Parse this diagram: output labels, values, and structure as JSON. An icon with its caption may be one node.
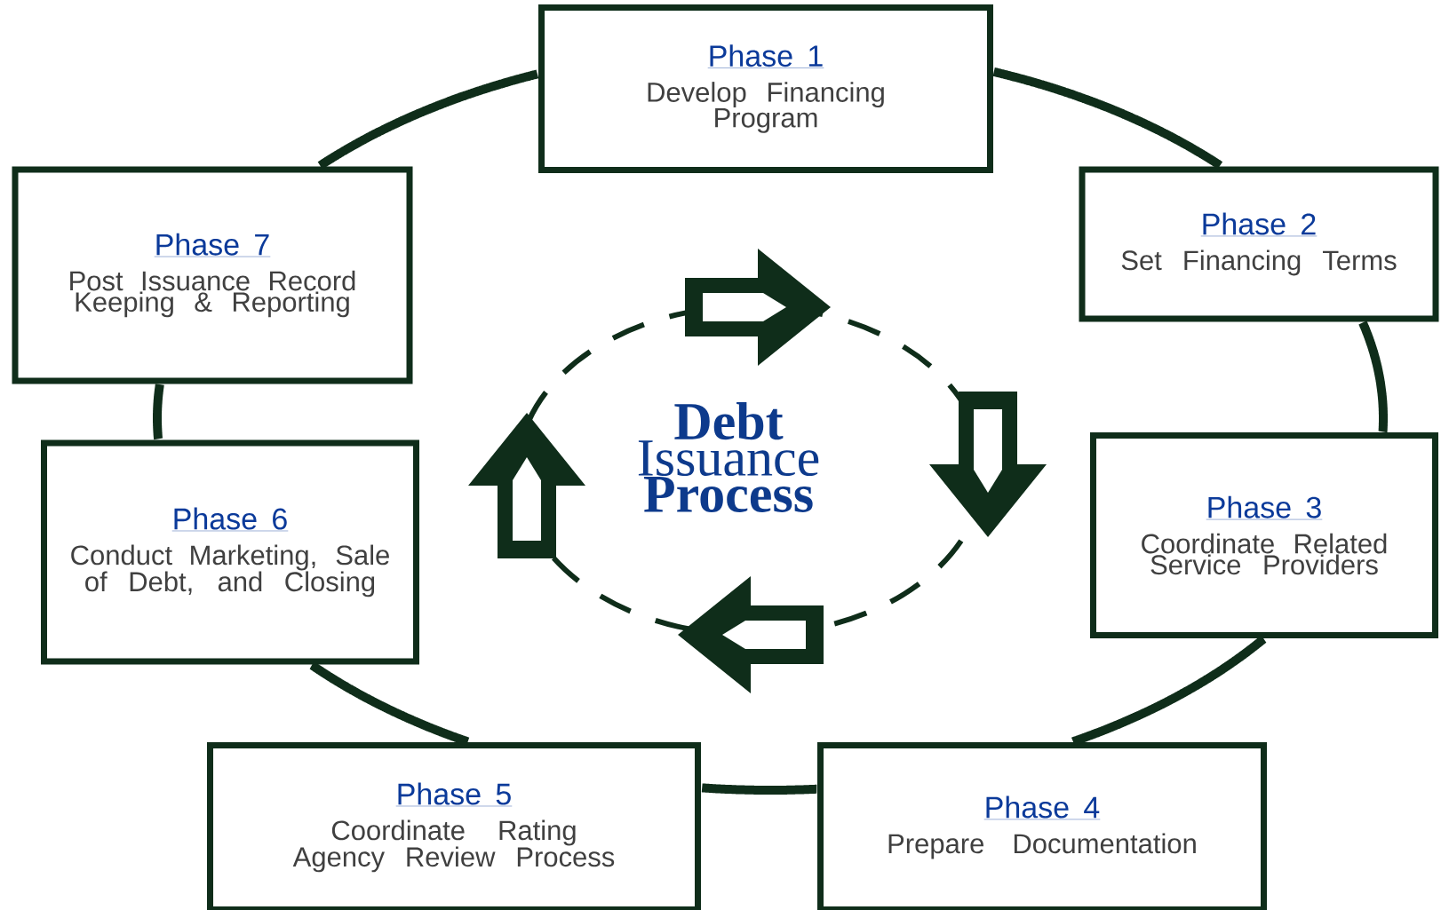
{
  "diagram": {
    "nodes": [
      {
        "text": [
          "Phase 1",
          "Develop Financing Program"
        ]
      },
      {
        "text": [
          "Phase 2",
          "Set Financing Terms"
        ]
      },
      {
        "text": [
          "Phase 3",
          "Coordinate Related Service Providers"
        ]
      },
      {
        "text": [
          "Phase 4",
          "Prepare Documentation"
        ]
      },
      {
        "text": [
          "Phase 5",
          "Coordinate Rating Agency Review Process"
        ]
      },
      {
        "text": [
          "Phase 6",
          "Conduct Marketing, Sale of Debt, and Closing"
        ]
      },
      {
        "text": [
          "Phase 7",
          "Post Issuance Record Keeping & Reporting"
        ]
      }
    ],
    "edges": [
      {
        "from": 0,
        "to": 1,
        "arrow": "none"
      },
      {
        "from": 1,
        "to": 2,
        "arrow": "none"
      },
      {
        "from": 2,
        "to": 3,
        "arrow": "none"
      },
      {
        "from": 3,
        "to": 4,
        "arrow": "none"
      },
      {
        "from": 4,
        "to": 5,
        "arrow": "none"
      },
      {
        "from": 5,
        "to": 6,
        "arrow": "none"
      },
      {
        "from": 6,
        "to": 0,
        "arrow": "none"
      }
    ],
    "labels": [
      "**Debt** Issuance **Process**"
    ]
  }
}
